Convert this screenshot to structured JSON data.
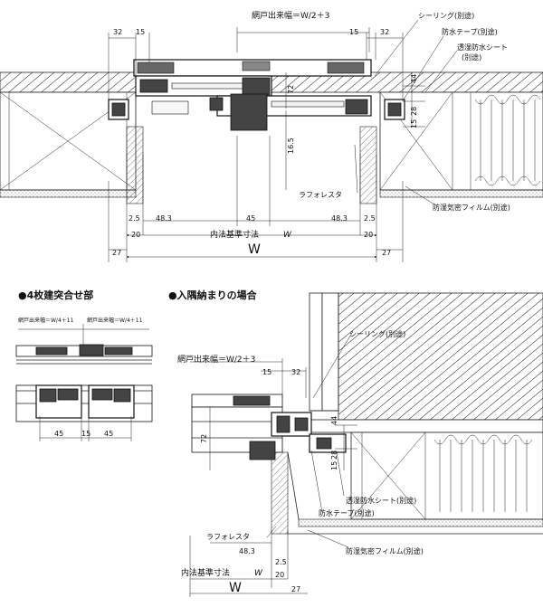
{
  "top": {
    "net_width_label": "網戸出来幅＝W/2＋3",
    "sealing": "シーリング(別途)",
    "waterproof_tape": "防水テープ(別途)",
    "waterproof_sheet": "透湿防水シート",
    "separate": "(別途)",
    "lath_board": "ラフォレスタ",
    "vapor_film": "防湿気密フィルム(別途)",
    "inner_dim": "内法基準寸法",
    "inner_dim_w": "W",
    "W": "W",
    "d32": "32",
    "d15": "15",
    "d44": "44",
    "d28": "28",
    "d72": "72",
    "d165": "16.5",
    "d25": "2.5",
    "d483": "48.3",
    "d45": "45",
    "d20": "20",
    "d27": "27"
  },
  "left": {
    "heading": "●4枚建突合せ部",
    "net_a": "網戸出来幅＝W/4＋11",
    "net_b": "網戸出来幅＝W/4＋11",
    "d45a": "45",
    "d15": "15",
    "d45b": "45"
  },
  "corner": {
    "heading": "●入隅納まりの場合",
    "net_width_label": "網戸出来幅＝W/2＋3",
    "sealing": "シーリング(別途)",
    "waterproof_sheet": "透湿防水シート(別途)",
    "waterproof_tape": "防水テープ(別途)",
    "lath_board": "ラフォレスタ",
    "vapor_film": "防湿気密フィルム(別途)",
    "inner_dim": "内法基準寸法",
    "inner_dim_w": "W",
    "W": "W",
    "d15": "15",
    "d32": "32",
    "d72": "72",
    "d44": "44",
    "d28": "28",
    "d483": "48.3",
    "d25": "2.5",
    "d20": "20",
    "d27": "27"
  }
}
